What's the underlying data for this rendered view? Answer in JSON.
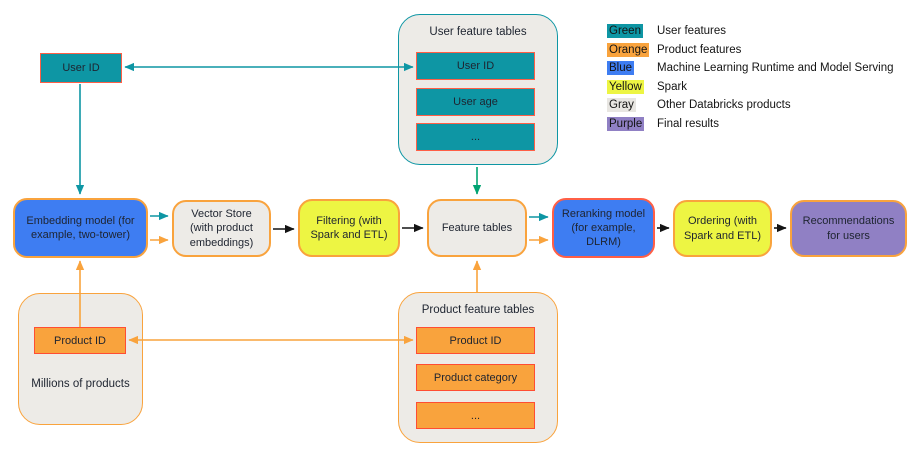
{
  "colors": {
    "teal": "#0e96a4",
    "green": "#00a372",
    "coral": "#ff5f46",
    "orange": "#f9a33d",
    "orange_red": "#ff4d33",
    "blue": "#3e7df2",
    "yellow": "#edf543",
    "gray": "#edebe7",
    "purple": "#9080c4",
    "ink": "#1e2430",
    "black": "#141414"
  },
  "user_id_source": {
    "label": "User ID"
  },
  "user_feature_tables": {
    "title": "User feature tables",
    "rows": [
      "User ID",
      "User age",
      "..."
    ]
  },
  "legend": {
    "items": [
      {
        "swatch": "Green",
        "label": "User features"
      },
      {
        "swatch": "Orange",
        "label": "Product features"
      },
      {
        "swatch": "Blue",
        "label": "Machine Learning Runtime and Model Serving"
      },
      {
        "swatch": "Yellow",
        "label": "Spark"
      },
      {
        "swatch": "Gray",
        "label": "Other Databricks products"
      },
      {
        "swatch": "Purple",
        "label": "Final results"
      }
    ]
  },
  "pipeline": {
    "embedding_model": "Embedding model (for example, two-tower)",
    "vector_store": "Vector Store (with product embeddings)",
    "filtering": "Filtering (with Spark and ETL)",
    "feature_tables": "Feature tables",
    "reranking_model": "Reranking model (for example, DLRM)",
    "ordering": "Ordering (with Spark and ETL)",
    "recommendations": "Recommendations for users"
  },
  "millions_of_products": {
    "product_id": "Product ID",
    "caption": "Millions of products"
  },
  "product_feature_tables": {
    "title": "Product feature tables",
    "rows": [
      "Product ID",
      "Product category",
      "..."
    ]
  }
}
